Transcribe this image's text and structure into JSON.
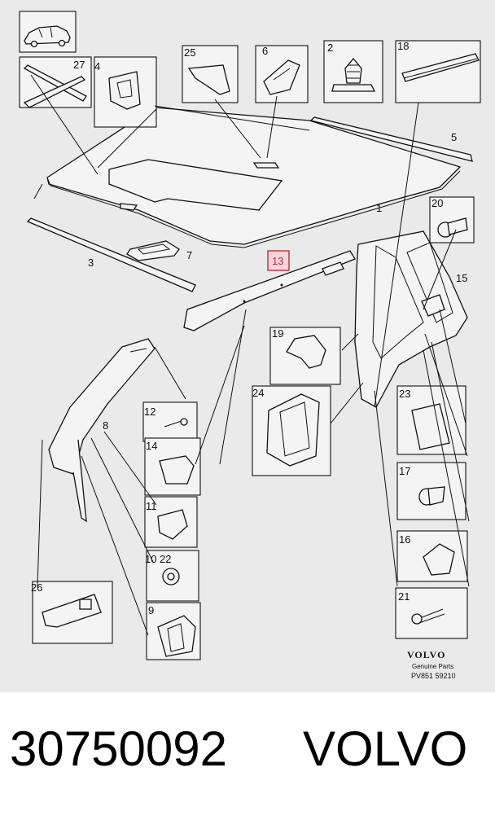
{
  "callouts": {
    "c1": "1",
    "c2": "2",
    "c3": "3",
    "c4": "4",
    "c5": "5",
    "c6": "6",
    "c7": "7",
    "c8": "8",
    "c9": "9",
    "c10": "10",
    "c11": "11",
    "c12": "12",
    "c13": "13",
    "c14": "14",
    "c15": "15",
    "c16": "16",
    "c17": "17",
    "c18": "18",
    "c19": "19",
    "c20": "20",
    "c21": "21",
    "c22": "22",
    "c23": "23",
    "c24": "24",
    "c25": "25",
    "c26": "26",
    "c27": "27"
  },
  "highlighted_callout": "13",
  "highlight_color": "#c0394b",
  "diagram_background": "#eaeaea",
  "brand_block": {
    "logo": "VOLVO",
    "subtitle": "Genuine Parts",
    "reference": "PV851 59210"
  },
  "caption": {
    "part_number": "30750092",
    "brand": "VOLVO"
  }
}
